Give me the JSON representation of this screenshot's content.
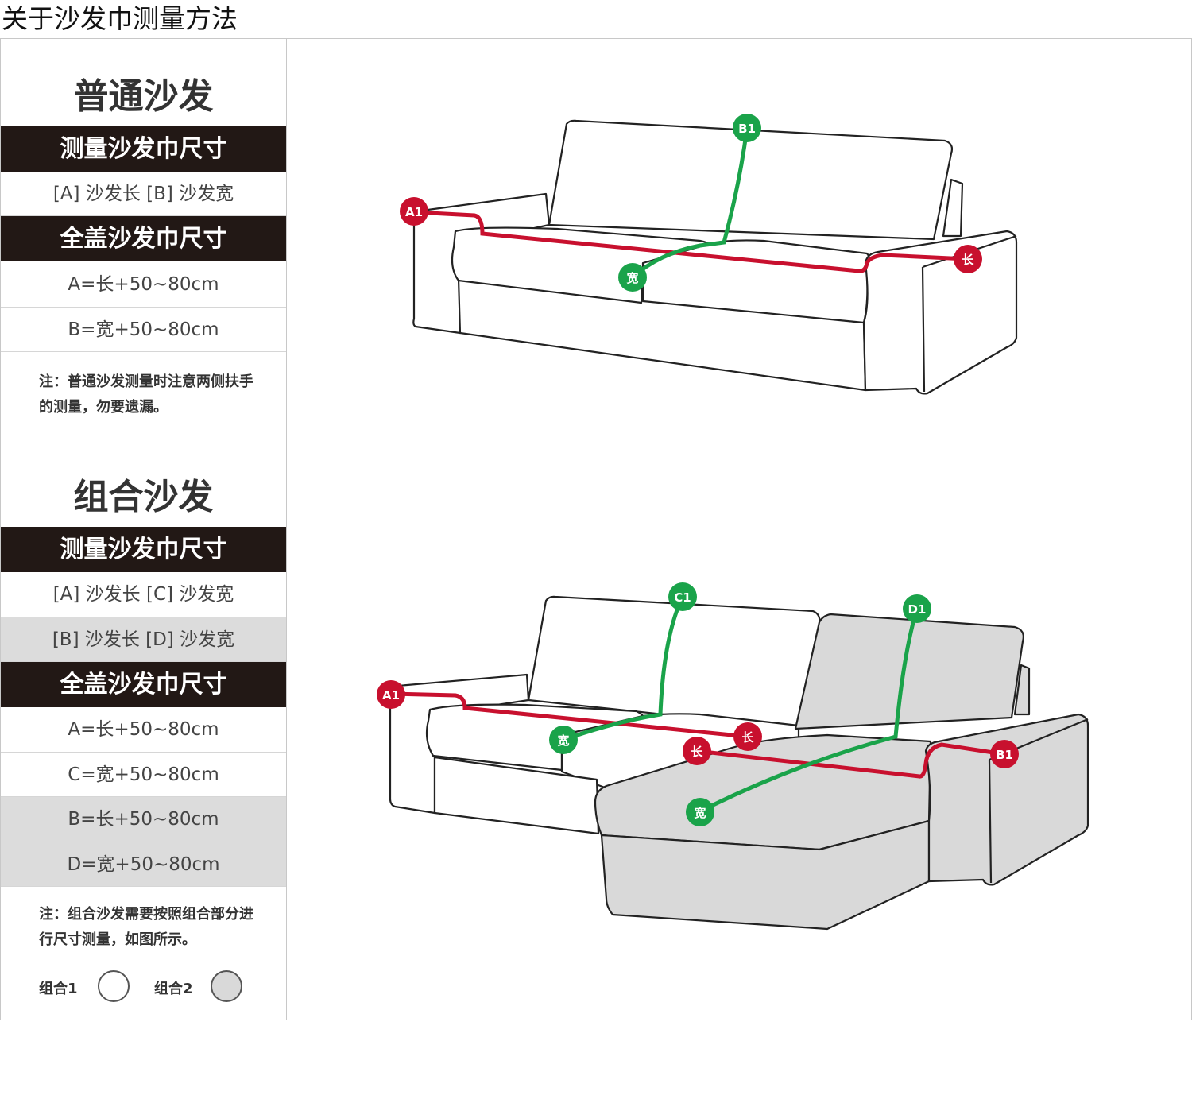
{
  "page_title": "关于沙发巾测量方法",
  "section1": {
    "heading": "普通沙发",
    "measure_label": "测量沙发巾尺寸",
    "measure_items": "[A] 沙发长 [B] 沙发宽",
    "cover_label": "全盖沙发巾尺寸",
    "formula_a": "A=长+50~80cm",
    "formula_b": "B=宽+50~80cm",
    "note": "注：普通沙发测量时注意两侧扶手的测量，勿要遗漏。",
    "labels": {
      "a1": "A1",
      "b1": "B1",
      "length": "长",
      "width": "宽"
    }
  },
  "section2": {
    "heading": "组合沙发",
    "measure_label": "测量沙发巾尺寸",
    "measure_items_1": "[A] 沙发长 [C] 沙发宽",
    "measure_items_2": "[B] 沙发长 [D] 沙发宽",
    "cover_label": "全盖沙发巾尺寸",
    "formula_a": "A=长+50~80cm",
    "formula_c": "C=宽+50~80cm",
    "formula_b": "B=长+50~80cm",
    "formula_d": "D=宽+50~80cm",
    "note": "注：组合沙发需要按照组合部分进行尺寸测量，如图所示。",
    "legend1": "组合1",
    "legend2": "组合2",
    "labels": {
      "a1": "A1",
      "c1": "C1",
      "d1": "D1",
      "b1": "B1",
      "length1": "长",
      "width1": "宽",
      "length2": "长",
      "width2": "宽"
    }
  },
  "colors": {
    "red": "#c8102e",
    "green": "#1aa34a",
    "dark_band": "#221815",
    "gray_row": "#dcdcdc",
    "group2_fill": "#d9d9d9"
  }
}
